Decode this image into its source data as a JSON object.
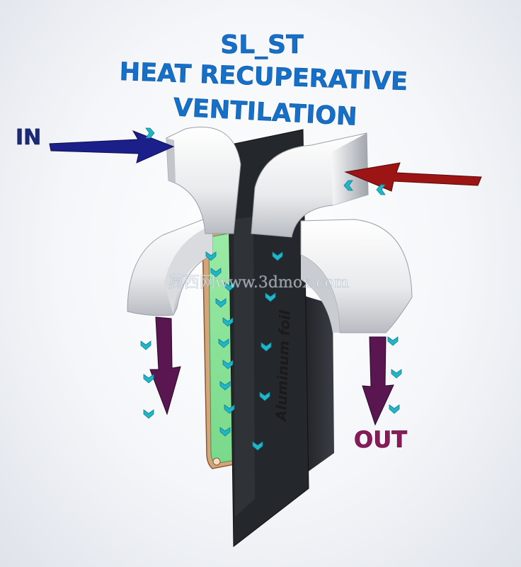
{
  "title": {
    "line1": "SL_ST",
    "line2": "HEAT RECUPERATIVE",
    "line3": "VENTILATION"
  },
  "labels": {
    "in": "IN",
    "out": "OUT",
    "foil": "Aluminum foil"
  },
  "watermark": "莫西网www.3dmox.com",
  "colors": {
    "title": "#1570c9",
    "in_label": "#1d2a78",
    "out_label": "#8a1a5a",
    "intake_arrow": "#1b1f8a",
    "exhaust_arrow": "#9c1414",
    "outflow_arrow": "#5a1650",
    "duct": "#e6e7e9",
    "foil_channel": "#8fe39b",
    "frame": "#d4a57a",
    "divider": "#2a2d31",
    "flow_marker": "#1fb6c9"
  },
  "icons": {
    "flow_marker": "chevron-arrow-icon"
  }
}
